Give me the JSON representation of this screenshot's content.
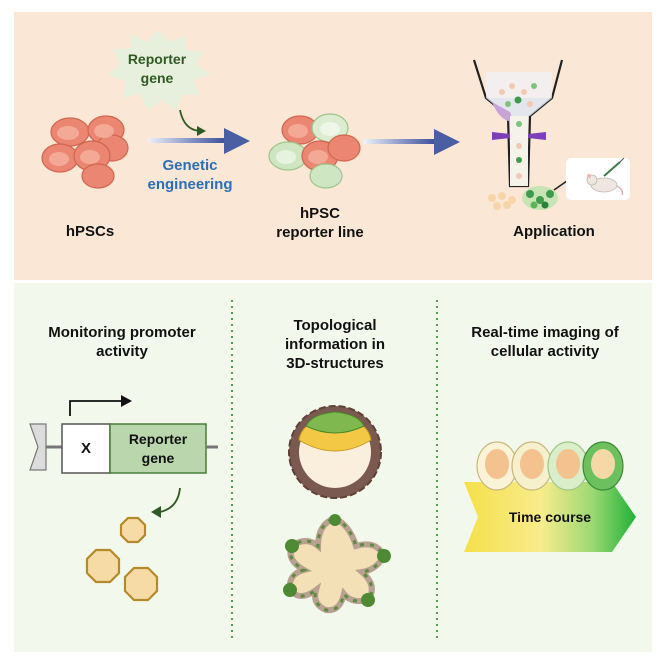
{
  "top": {
    "burst_text": [
      "Reporter",
      "gene"
    ],
    "engineering_text": [
      "Genetic",
      "engineering"
    ],
    "hpscs_label": "hPSCs",
    "reporter_line_label": [
      "hPSC",
      "reporter line"
    ],
    "application_label": "Application"
  },
  "bottom": {
    "promoter_title": [
      "Monitoring promoter",
      "activity"
    ],
    "construct_x_label": "X",
    "construct_reporter_label": [
      "Reporter",
      "gene"
    ],
    "topology_title": [
      "Topological",
      "information in",
      "3D-structures"
    ],
    "imaging_title": [
      "Real-time imaging of",
      "cellular activity"
    ],
    "time_course_label": "Time course"
  },
  "colors": {
    "top_bg": "#fbe7d6",
    "bottom_bg": "#f3f8ec",
    "arrow_blue": "#4a5fa3",
    "engineering_blue": "#2b6fb5",
    "burst_text_green": "#2f5a23",
    "reporter_green": "#b9d6ac",
    "cell_red": "#ea8672"
  }
}
